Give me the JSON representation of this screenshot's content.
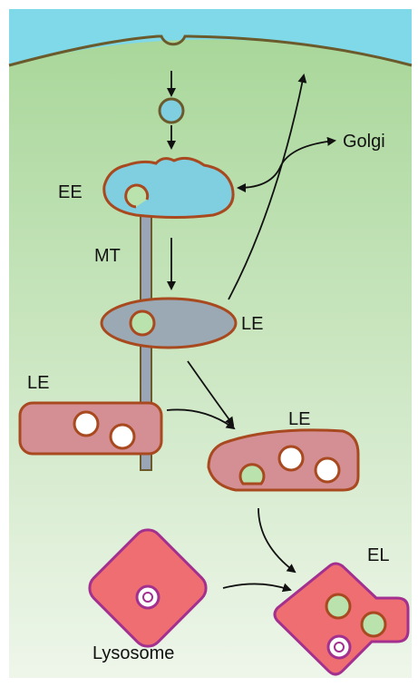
{
  "labels": {
    "golgi": "Golgi",
    "ee": "EE",
    "mt": "MT",
    "le_center": "LE",
    "le_left": "LE",
    "le_right": "LE",
    "el": "EL",
    "lysosome": "Lysosome"
  },
  "colors": {
    "extracellular": "#7fd9e8",
    "cytoplasm_top": "#a9d79a",
    "cytoplasm_bottom": "#eef6ea",
    "membrane": "#6b5a2b",
    "early_endosome": "#7fcfe0",
    "late_endosome_gray": "#9aa9b3",
    "late_endosome_pink": "#d48f95",
    "lysosome": "#ee6e72",
    "organelle_border": "#a8491f",
    "lysosome_border": "#a3308f",
    "vesicle_green": "#b9e2ad",
    "microtubule": "#9aa6b5",
    "arrow": "#111111"
  }
}
